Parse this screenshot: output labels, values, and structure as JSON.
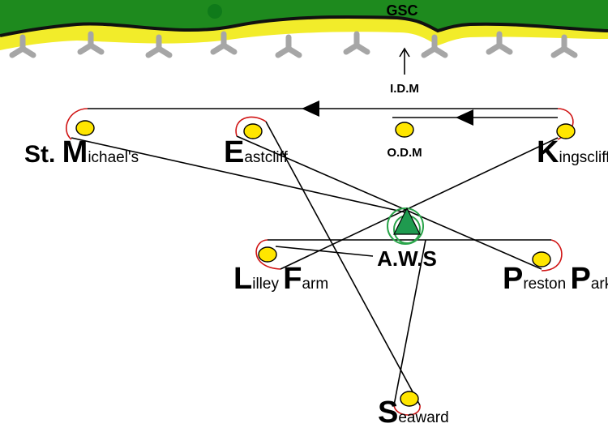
{
  "header": {
    "label": "GSC"
  },
  "idm": {
    "label": "I.D.M"
  },
  "odm": {
    "label": "O.D.M"
  },
  "aws": {
    "label": "A.W.S"
  },
  "stations": {
    "st_michaels": {
      "label": "St. Michael's"
    },
    "eastcliff": {
      "label": "Eastcliff"
    },
    "kingscliff": {
      "label": "Kingscliff"
    },
    "lilley_farm": {
      "label": "Lilley Farm"
    },
    "preston_park": {
      "label": "Preston Park"
    },
    "seaward": {
      "label": "Seaward"
    }
  },
  "colors": {
    "grass": "#1e8a1e",
    "sand": "#f2ec2a",
    "stone": "#a6a6a6",
    "station_fill": "#ffe600",
    "route": "#000000",
    "turn_arc": "#d01414",
    "aws_fill": "#1f9a4f",
    "aws_ring": "#2aa44a"
  }
}
